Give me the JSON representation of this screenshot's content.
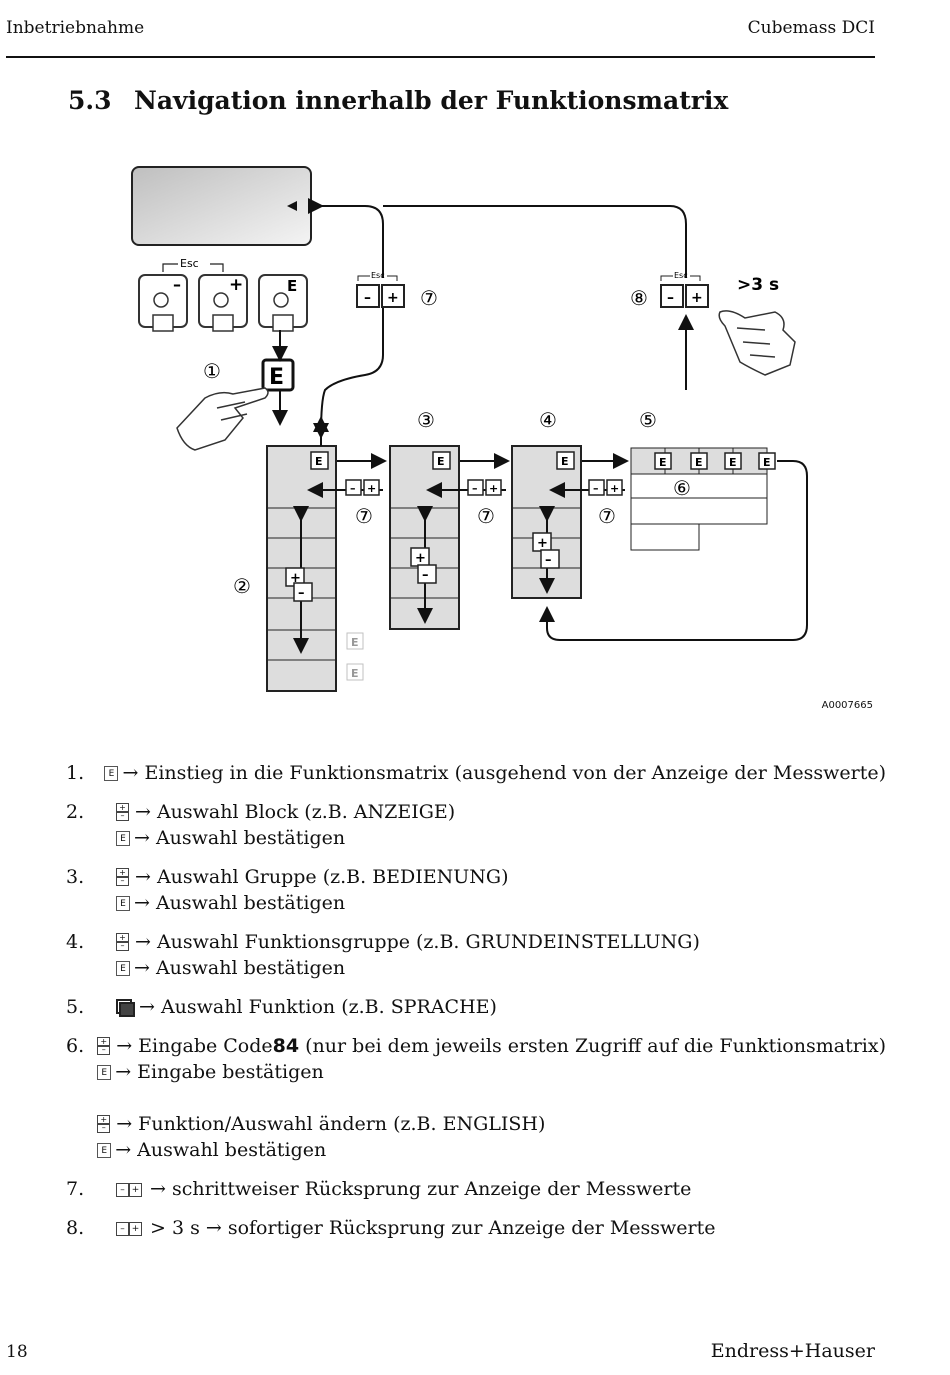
{
  "header": {
    "left": "Inbetriebnahme",
    "right": "Cubemass DCI"
  },
  "section": {
    "number": "5.3",
    "title": "Navigation innerhalb der Funktionsmatrix"
  },
  "diagram": {
    "esc_label": "Esc",
    "time_label": ">3 s",
    "figure_code": "A0007665",
    "markers": [
      "①",
      "②",
      "③",
      "④",
      "⑤",
      "⑥",
      "⑦",
      "⑧"
    ]
  },
  "steps": [
    {
      "num": "1.",
      "lines": [
        {
          "icon": "e-key",
          "text": "→ Einstieg in die Funktionsmatrix (ausgehend von der Anzeige der Messwerte)"
        }
      ]
    },
    {
      "num": "2.",
      "lines": [
        {
          "icon": "plus-minus-key",
          "text": "→ Auswahl Block (z.B. ANZEIGE)"
        },
        {
          "icon": "e-key",
          "text": "→ Auswahl bestätigen"
        }
      ]
    },
    {
      "num": "3.",
      "lines": [
        {
          "icon": "plus-minus-key",
          "text": "→ Auswahl Gruppe (z.B. BEDIENUNG)"
        },
        {
          "icon": "e-key",
          "text": "→ Auswahl bestätigen"
        }
      ]
    },
    {
      "num": "4.",
      "lines": [
        {
          "icon": "plus-minus-key",
          "text": "→ Auswahl Funktionsgruppe (z.B. GRUNDEINSTELLUNG)"
        },
        {
          "icon": "e-key",
          "text": "→ Auswahl bestätigen"
        }
      ]
    },
    {
      "num": "5.",
      "lines": [
        {
          "icon": "function-key",
          "text": "→ Auswahl Funktion (z.B. SPRACHE)"
        }
      ]
    },
    {
      "num": "6.",
      "lines": [
        {
          "icon": "plus-minus-key",
          "text_before": "→ Eingabe Code ",
          "bold": "84",
          "text_after": " (nur bei dem jeweils ersten Zugriff auf die Funktionsmatrix)"
        },
        {
          "icon": "e-key",
          "text": "→ Eingabe bestätigen"
        },
        {
          "icon": "",
          "text": ""
        },
        {
          "icon": "plus-minus-key",
          "text": "→ Funktion/Auswahl ändern (z.B. ENGLISH)"
        },
        {
          "icon": "e-key",
          "text": "→ Auswahl bestätigen"
        }
      ]
    },
    {
      "num": "7.",
      "lines": [
        {
          "icon": "esc-key",
          "text": "→ schrittweiser Rücksprung zur Anzeige der Messwerte"
        }
      ]
    },
    {
      "num": "8.",
      "lines": [
        {
          "icon": "esc-key",
          "text": "> 3 s → sofortiger Rücksprung zur Anzeige der Messwerte"
        }
      ]
    }
  ],
  "key_labels": {
    "e": "E",
    "plus": "+",
    "minus": "–"
  },
  "footer": {
    "page": "18",
    "brand": "Endress+Hauser"
  }
}
